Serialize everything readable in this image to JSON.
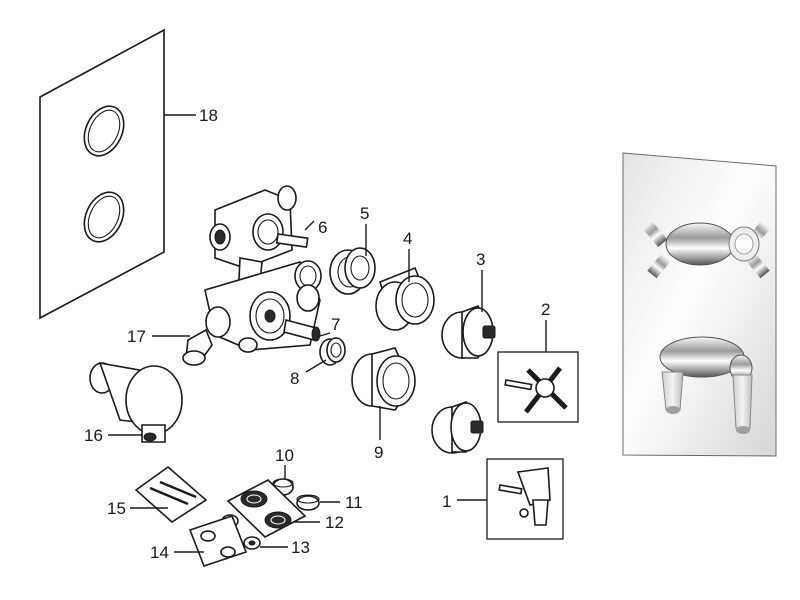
{
  "callouts": {
    "c1": "1",
    "c2": "2",
    "c3": "3",
    "c4": "4",
    "c5": "5",
    "c6": "6",
    "c7": "7",
    "c8": "8",
    "c9": "9",
    "c10": "10",
    "c11": "11",
    "c12": "12",
    "c13": "13",
    "c14": "14",
    "c15": "15",
    "c16": "16",
    "c17": "17",
    "c18": "18"
  },
  "colors": {
    "line": "#1a1a1a",
    "chrome_light": "#f2f2f2",
    "chrome_dark": "#6a6a6a",
    "ceramic": "#e9e9e9"
  }
}
